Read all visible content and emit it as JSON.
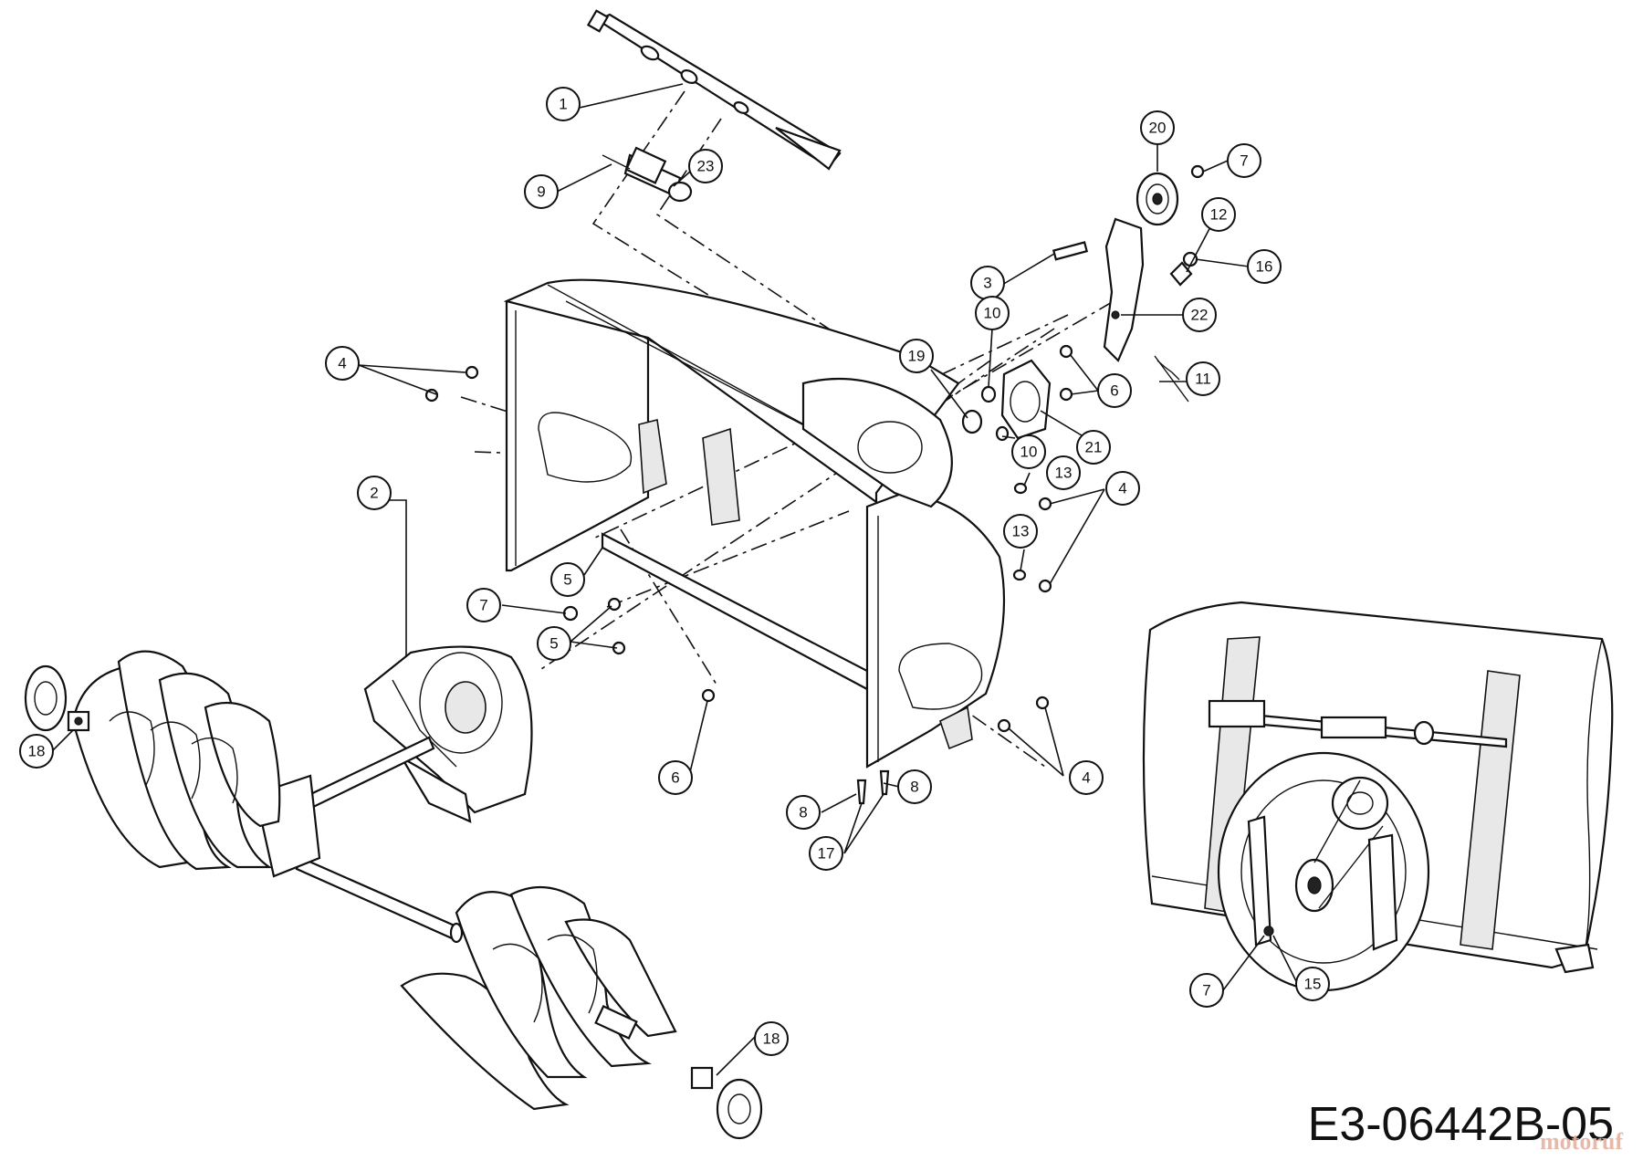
{
  "drawing_code": "E3-06442B-05",
  "watermark": "motoruf",
  "callouts": [
    {
      "id": "c1",
      "label": "1"
    },
    {
      "id": "c9",
      "label": "9"
    },
    {
      "id": "c23",
      "label": "23"
    },
    {
      "id": "c20",
      "label": "20"
    },
    {
      "id": "c7a",
      "label": "7"
    },
    {
      "id": "c12",
      "label": "12"
    },
    {
      "id": "c16",
      "label": "16"
    },
    {
      "id": "c3",
      "label": "3"
    },
    {
      "id": "c22",
      "label": "22"
    },
    {
      "id": "c10a",
      "label": "10"
    },
    {
      "id": "c19",
      "label": "19"
    },
    {
      "id": "c6a",
      "label": "6"
    },
    {
      "id": "c11",
      "label": "11"
    },
    {
      "id": "c21",
      "label": "21"
    },
    {
      "id": "c10b",
      "label": "10"
    },
    {
      "id": "c13a",
      "label": "13"
    },
    {
      "id": "c4a",
      "label": "4"
    },
    {
      "id": "c13b",
      "label": "13"
    },
    {
      "id": "c4b",
      "label": "4"
    },
    {
      "id": "c2",
      "label": "2"
    },
    {
      "id": "c5a",
      "label": "5"
    },
    {
      "id": "c7b",
      "label": "7"
    },
    {
      "id": "c5b",
      "label": "5"
    },
    {
      "id": "c6b",
      "label": "6"
    },
    {
      "id": "c4c",
      "label": "4"
    },
    {
      "id": "c8a",
      "label": "8"
    },
    {
      "id": "c8b",
      "label": "8"
    },
    {
      "id": "c17",
      "label": "17"
    },
    {
      "id": "c18a",
      "label": "18"
    },
    {
      "id": "c18b",
      "label": "18"
    },
    {
      "id": "c7c",
      "label": "7"
    },
    {
      "id": "c15",
      "label": "15"
    }
  ]
}
